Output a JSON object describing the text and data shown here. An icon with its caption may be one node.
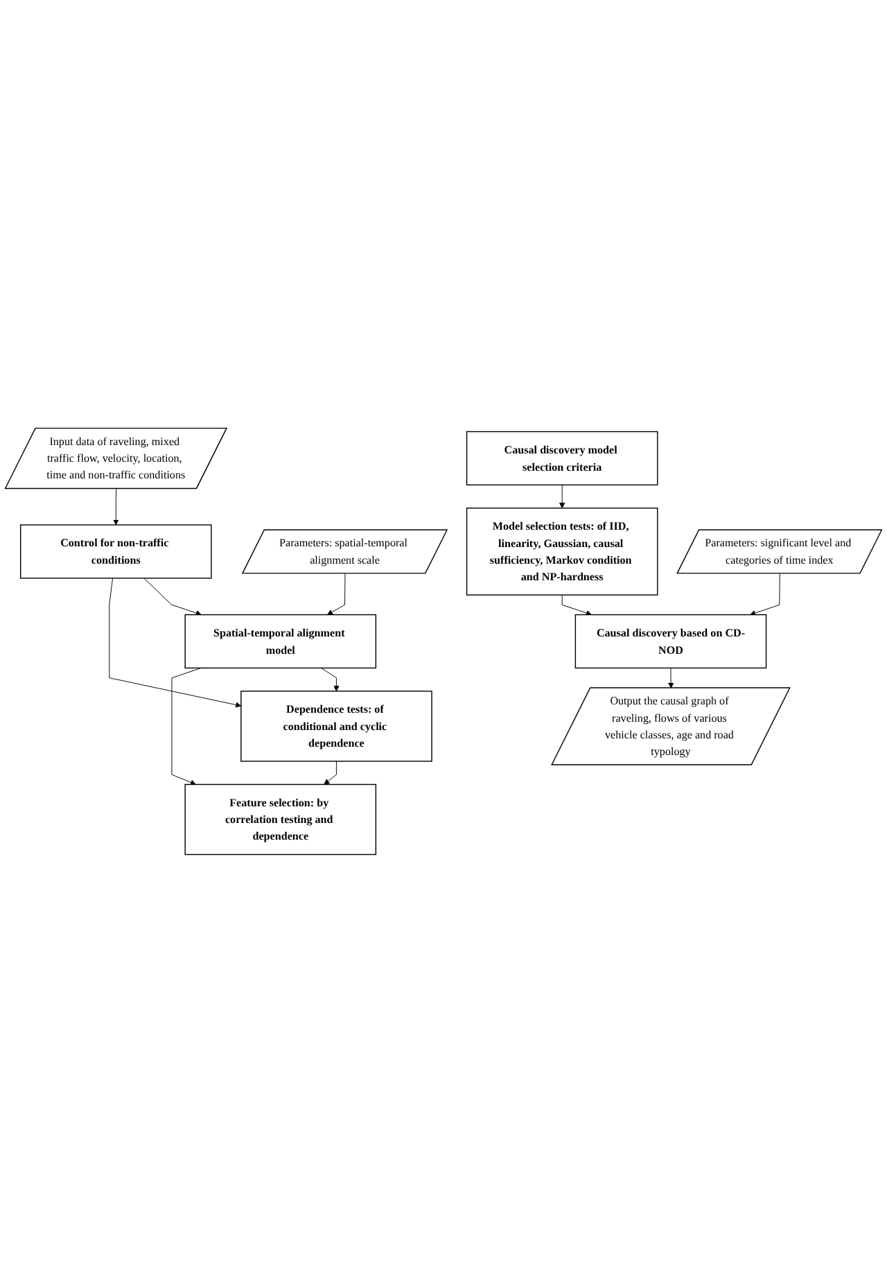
{
  "diagram": {
    "nodes": [
      {
        "text": [
          "Input data of raveling, mixed traffic flow, velocity, location, time and non-traffic conditions"
        ]
      },
      {
        "text": [
          "Control for non-traffic conditions"
        ]
      },
      {
        "text": [
          "Parameters: spatial-temporal alignment scale"
        ]
      },
      {
        "text": [
          "Spatial-temporal alignment model"
        ]
      },
      {
        "text": [
          "Dependence tests: of conditional and cyclic dependence"
        ]
      },
      {
        "text": [
          "Feature selection: by correlation testing and dependence"
        ]
      },
      {
        "text": [
          "Causal discovery model selection criteria"
        ]
      },
      {
        "text": [
          "Model selection tests: of IID, linearity, Gaussian, causal sufficiency, Markov condition and NP-hardness"
        ]
      },
      {
        "text": [
          "Parameters: significant level and categories of time index"
        ]
      },
      {
        "text": [
          "Causal discovery based on CD-NOD"
        ]
      },
      {
        "text": [
          "Output the causal graph of raveling, flows of various vehicle classes, age and road typology"
        ]
      }
    ],
    "edges": [
      {
        "from": 0,
        "to": 1,
        "arrow": "to"
      },
      {
        "from": 1,
        "to": 3,
        "arrow": "to"
      },
      {
        "from": 1,
        "to": 4,
        "arrow": "to"
      },
      {
        "from": 2,
        "to": 3,
        "arrow": "to"
      },
      {
        "from": 3,
        "to": 4,
        "arrow": "to"
      },
      {
        "from": 3,
        "to": 5,
        "arrow": "to"
      },
      {
        "from": 4,
        "to": 5,
        "arrow": "to"
      },
      {
        "from": 6,
        "to": 7,
        "arrow": "to"
      },
      {
        "from": 7,
        "to": 9,
        "arrow": "to"
      },
      {
        "from": 8,
        "to": 9,
        "arrow": "to"
      },
      {
        "from": 9,
        "to": 10,
        "arrow": "to"
      }
    ]
  }
}
